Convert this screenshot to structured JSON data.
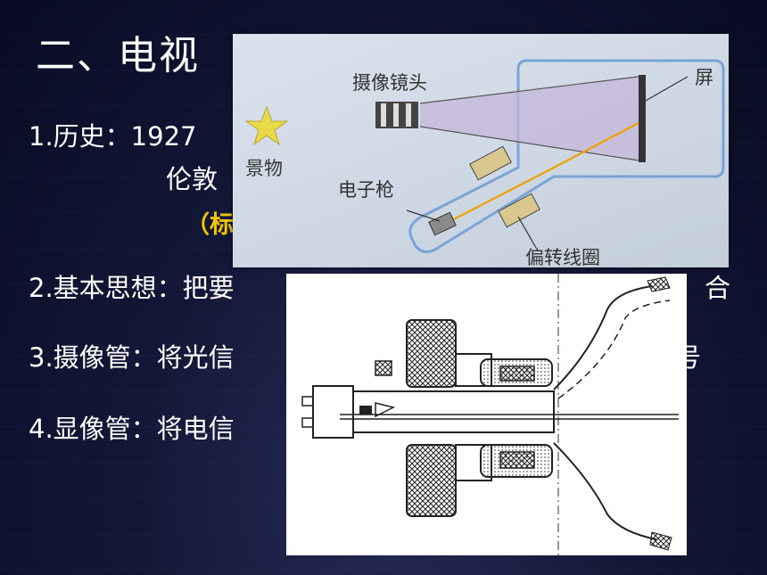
{
  "slide": {
    "title": "二、电视",
    "items": [
      {
        "text_left": "1.历史：1927",
        "text_cont": "伦敦"
      },
      {
        "note": "（标"
      },
      {
        "text_left": "2.基本思想：把要",
        "text_right": "合"
      },
      {
        "text_left": "3.摄像管：将光信",
        "text_right": "号"
      },
      {
        "text_left": "4.显像管：将电信"
      }
    ]
  },
  "diagram1": {
    "labels": {
      "camera_lens": "摄像镜头",
      "screen": "屏",
      "scene": "景物",
      "electron_gun": "电子枪",
      "deflection_coil": "偏转线圈"
    },
    "colors": {
      "star": "#e8d84a",
      "beam": "#f0a000",
      "outline": "#7aa4d8"
    }
  },
  "diagram2": {
    "caption": ""
  }
}
